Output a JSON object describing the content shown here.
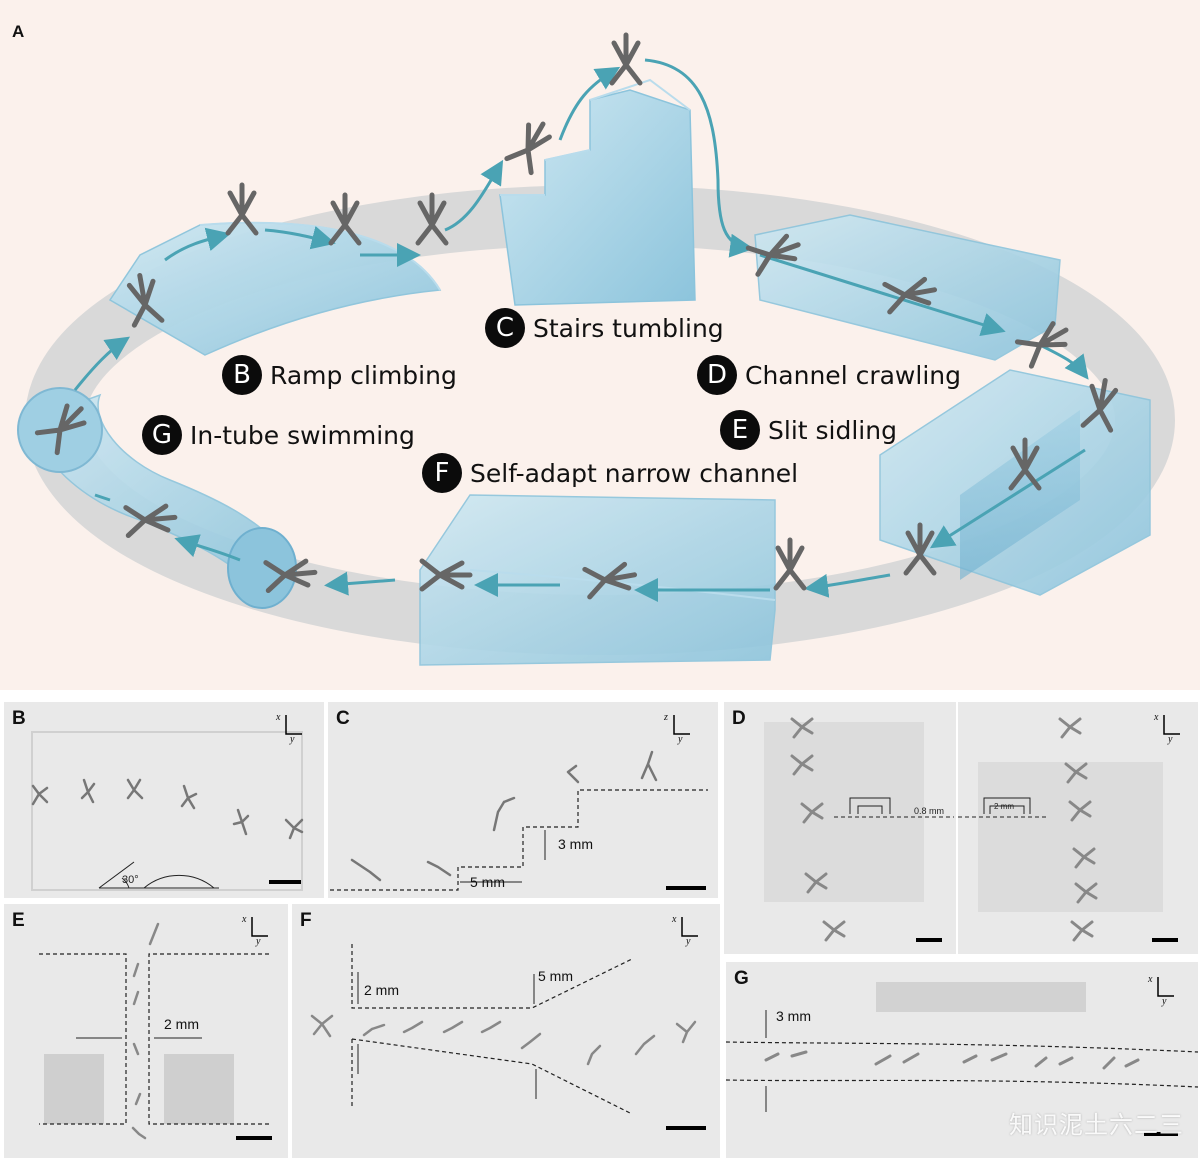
{
  "panel_a": {
    "label": "A",
    "callouts": [
      {
        "letter": "B",
        "text": "Ramp climbing"
      },
      {
        "letter": "C",
        "text": "Stairs tumbling"
      },
      {
        "letter": "D",
        "text": "Channel crawling"
      },
      {
        "letter": "E",
        "text": "Slit sidling"
      },
      {
        "letter": "F",
        "text": "Self-adapt narrow channel"
      },
      {
        "letter": "G",
        "text": "In-tube swimming"
      }
    ]
  },
  "panel_b": {
    "label": "B",
    "angle": "30°",
    "axis_x": "x",
    "axis_y": "y"
  },
  "panel_c": {
    "label": "C",
    "height": "3 mm",
    "width": "5 mm",
    "axis_x": "z",
    "axis_y": "y"
  },
  "panel_d": {
    "label": "D",
    "left_dim": "0.8 mm",
    "right_dim": "2 mm",
    "axis_x": "x",
    "axis_y": "y"
  },
  "panel_e": {
    "label": "E",
    "gap": "2 mm",
    "axis_x": "x",
    "axis_y": "y"
  },
  "panel_f": {
    "label": "F",
    "narrow": "2 mm",
    "wide": "5 mm",
    "axis_x": "x",
    "axis_y": "y"
  },
  "panel_g": {
    "label": "G",
    "diameter": "3 mm",
    "axis_x": "x",
    "axis_y": "y"
  },
  "watermark": "知识泥土六二三",
  "colors": {
    "background_a": "#fbf1ec",
    "glass": "#a9d5e8",
    "track": "#d6d6d6",
    "arrow": "#4aa3b4",
    "robot": "#666666"
  }
}
